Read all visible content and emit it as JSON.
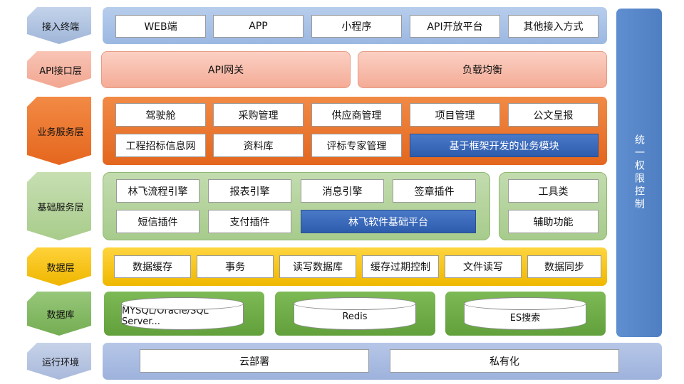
{
  "layers": {
    "access": {
      "label": "接入终端",
      "items": [
        "WEB端",
        "APP",
        "小程序",
        "API开放平台",
        "其他接入方式"
      ]
    },
    "api": {
      "label": "API接口层",
      "items": [
        "API网关",
        "负载均衡"
      ]
    },
    "business": {
      "label": "业务服务层",
      "row1": [
        "驾驶舱",
        "采购管理",
        "供应商管理",
        "项目管理",
        "公文呈报"
      ],
      "row2": [
        "工程招标信息网",
        "资料库",
        "评标专家管理"
      ],
      "highlight": "基于框架开发的业务模块"
    },
    "foundation": {
      "label": "基础服务层",
      "row1": [
        "林飞流程引擎",
        "报表引擎",
        "消息引擎",
        "签章插件"
      ],
      "row2": [
        "短信插件",
        "支付插件"
      ],
      "highlight": "林飞软件基础平台",
      "tools": [
        "工具类",
        "辅助功能"
      ]
    },
    "data": {
      "label": "数据层",
      "items": [
        "数据缓存",
        "事务",
        "读写数据库",
        "缓存过期控制",
        "文件读写",
        "数据同步"
      ]
    },
    "database": {
      "label": "数据库",
      "items": [
        "MYSQL/Oracle/SQL Server...",
        "Redis",
        "ES搜索"
      ]
    },
    "runtime": {
      "label": "运行环境",
      "items": [
        "云部署",
        "私有化"
      ]
    }
  },
  "permission": "统一权限控制",
  "colors": {
    "access_bg": "#a9c2e6",
    "api_bg": "#f8bfae",
    "business_bg": "#e9752d",
    "foundation_bg": "#aed196",
    "data_bg": "#f7c600",
    "database_bg": "#6fae46",
    "runtime_bg": "#a7b9de",
    "permission_bg": "#5686c8",
    "highlight": "#3a68b9"
  }
}
